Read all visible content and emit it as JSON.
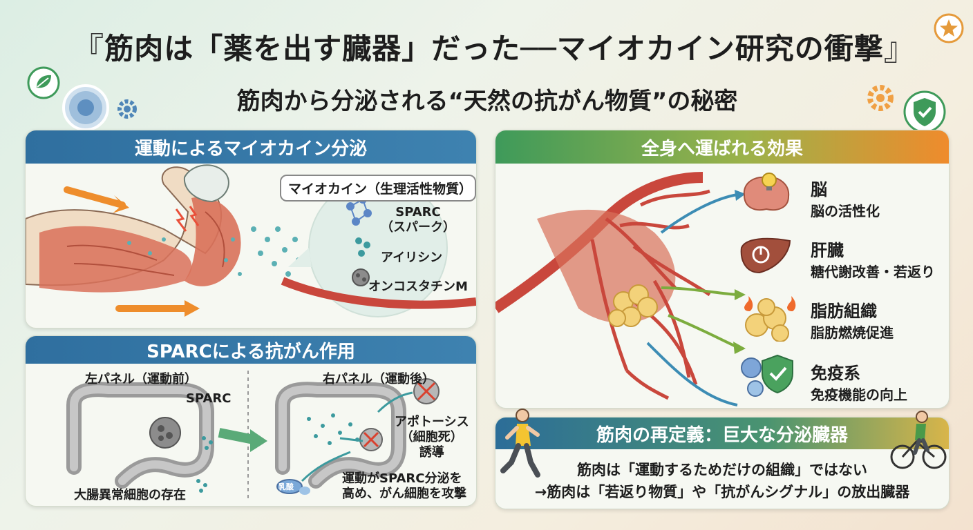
{
  "header": {
    "title": "筋肉は「薬を出す臓器」だった──マイオカイン研究の衝撃",
    "bracket_open": "『",
    "bracket_close": "』",
    "subtitle": "筋肉から分泌される“天然の抗がん物質”の秘密"
  },
  "panel_secretion": {
    "heading": "運動によるマイオカイン分泌",
    "callout": "マイオカイン（生理活性物質）",
    "items": [
      {
        "name": "SPARC",
        "sub": "（スパーク）"
      },
      {
        "name": "アイリシン",
        "sub": ""
      },
      {
        "name": "オンコスタチンM",
        "sub": ""
      }
    ]
  },
  "panel_effects": {
    "heading": "全身へ運ばれる効果",
    "effects": [
      {
        "title": "脳",
        "desc": "脳の活性化",
        "icon": "brain-icon"
      },
      {
        "title": "肝臓",
        "desc": "糖代謝改善・若返り",
        "icon": "liver-icon"
      },
      {
        "title": "脂肪組織",
        "desc": "脂肪燃焼促進",
        "icon": "fat-cells-icon"
      },
      {
        "title": "免疫系",
        "desc": "免疫機能の向上",
        "icon": "immune-shield-icon"
      }
    ]
  },
  "panel_sparc": {
    "heading": "SPARCによる抗がん作用",
    "left_label": "左パネル（運動前）",
    "right_label": "右パネル（運動後）",
    "sparc_label": "SPARC",
    "left_caption": "大腸異常細胞の存在",
    "apoptosis": [
      "アポトーシス",
      "（細胞死）",
      "誘導"
    ],
    "lactate_label": "乳酸",
    "right_caption": [
      "運動がSPARC分泌を",
      "高め、がん細胞を攻撃"
    ]
  },
  "panel_redefine": {
    "heading": "筋肉の再定義：巨大な分泌臓器",
    "line1": "筋肉は「運動するためだけの組織」ではない",
    "line2": "→筋肉は「若返り物質」や「抗がんシグナル」の放出臓器"
  },
  "colors": {
    "blue_header": "#2f6f9f",
    "green": "#3e9a5a",
    "orange": "#ef8b2c",
    "muscle": "#d9715a",
    "vessel": "#c9473c"
  }
}
